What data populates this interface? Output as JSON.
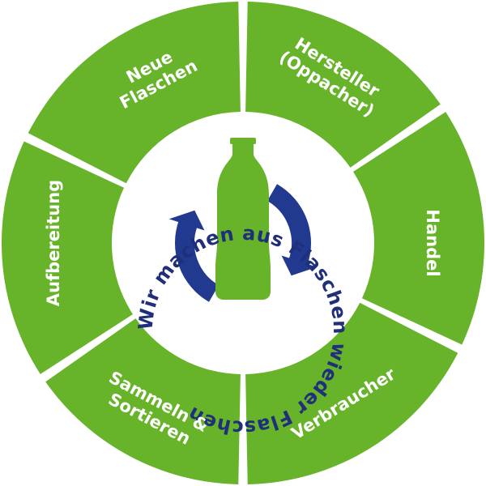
{
  "colors": {
    "ring_green": "#67b32a",
    "bottle_green": "#67b32a",
    "arrow_navy": "#213a8f",
    "text_navy": "#1f2f7a",
    "background": "#ffffff"
  },
  "center": {
    "slogan": "Wir machen aus Flaschen wieder Flaschen",
    "icon": "plastic-bottle-with-recycle-arrows"
  },
  "segments": [
    {
      "id": "hersteller",
      "lines": [
        "Hersteller",
        "(Oppacher)"
      ]
    },
    {
      "id": "handel",
      "lines": [
        "Handel"
      ]
    },
    {
      "id": "verbraucher",
      "lines": [
        "Verbraucher"
      ]
    },
    {
      "id": "sammeln",
      "lines": [
        "Sammeln &",
        "Sortieren"
      ]
    },
    {
      "id": "aufbereitung",
      "lines": [
        "Aufbereitung"
      ]
    },
    {
      "id": "neue-flaschen",
      "lines": [
        "Neue",
        "Flaschen"
      ]
    }
  ]
}
